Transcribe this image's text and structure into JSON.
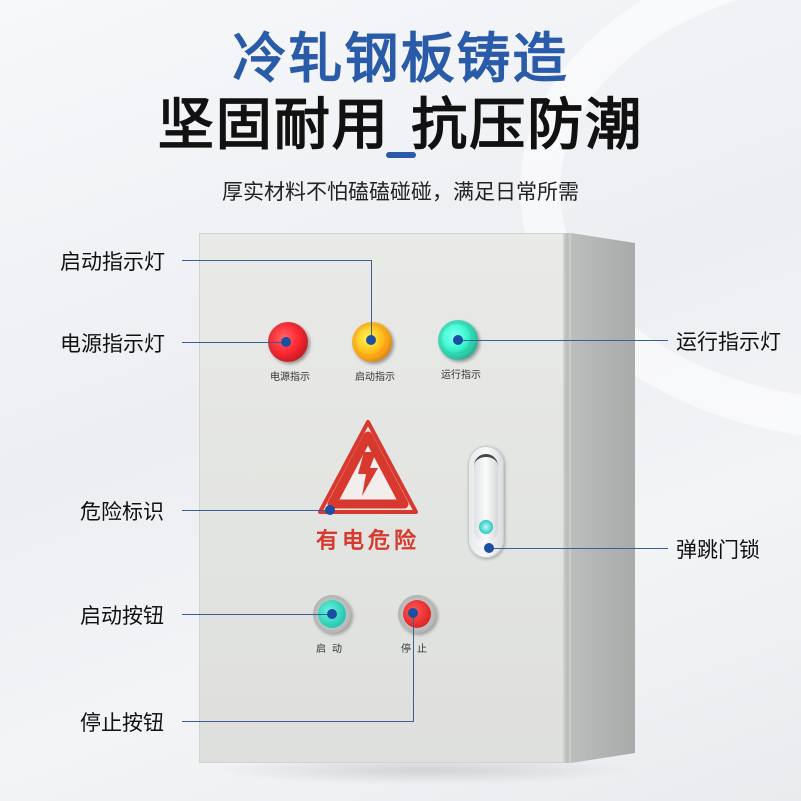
{
  "header": {
    "title_line1": "冷轧钢板铸造",
    "title_line2": "坚固耐用 抗压防潮",
    "subtitle": "厚实材料不怕磕磕碰碰，满足日常所需",
    "accent_color": "#2a5ba8"
  },
  "panel": {
    "indicator_labels": [
      "电源指示",
      "启动指示",
      "运行指示"
    ],
    "warning_sign_text": "有电危险",
    "button_labels": [
      "启动",
      "停止"
    ]
  },
  "callouts": {
    "start_indicator": "启动指示灯",
    "power_indicator": "电源指示灯",
    "run_indicator": "运行指示灯",
    "danger_sign": "危险标识",
    "spring_lock": "弹跳门锁",
    "start_button": "启动按钮",
    "stop_button": "停止按钮"
  },
  "colors": {
    "power_lamp": "#e0202a",
    "start_lamp": "#f5a316",
    "run_lamp": "#2ccfac",
    "warning": "#d8392f",
    "callout_line": "#3a5f94"
  }
}
